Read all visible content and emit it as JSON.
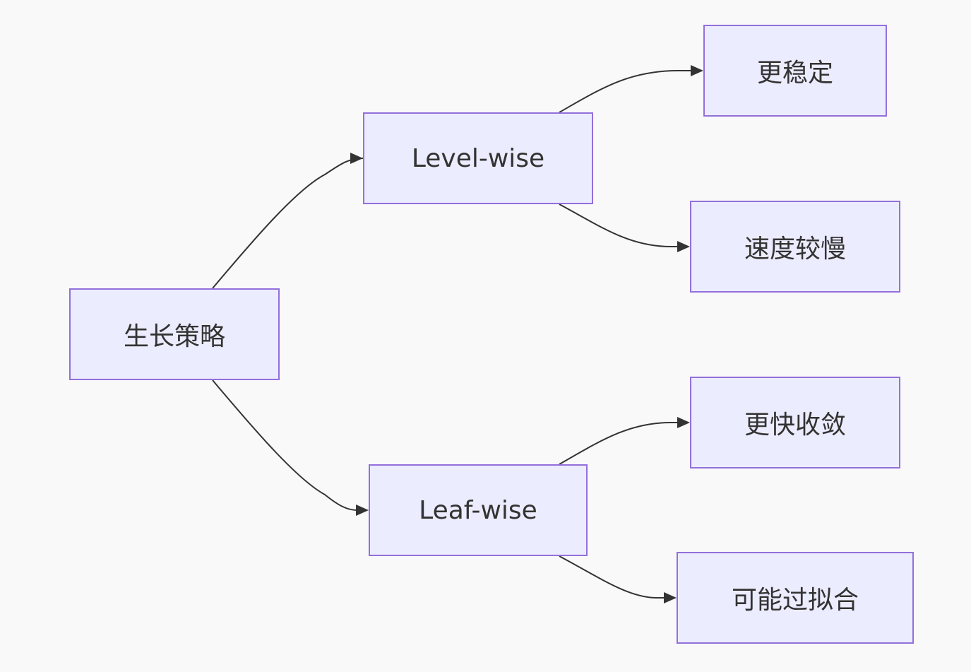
{
  "diagram": {
    "nodes": {
      "root": "生长策略",
      "level_wise": "Level-wise",
      "leaf_wise": "Leaf-wise",
      "more_stable": "更稳定",
      "slower": "速度较慢",
      "faster_convergence": "更快收敛",
      "may_overfit": "可能过拟合"
    },
    "edges": [
      {
        "from": "生长策略",
        "to": "Level-wise"
      },
      {
        "from": "生长策略",
        "to": "Leaf-wise"
      },
      {
        "from": "Level-wise",
        "to": "更稳定"
      },
      {
        "from": "Level-wise",
        "to": "速度较慢"
      },
      {
        "from": "Leaf-wise",
        "to": "更快收敛"
      },
      {
        "from": "Leaf-wise",
        "to": "可能过拟合"
      }
    ],
    "colors": {
      "background": "#f9f9f9",
      "node_fill": "#ececff",
      "node_border": "#9370db",
      "edge": "#333333",
      "text": "#333333"
    }
  }
}
